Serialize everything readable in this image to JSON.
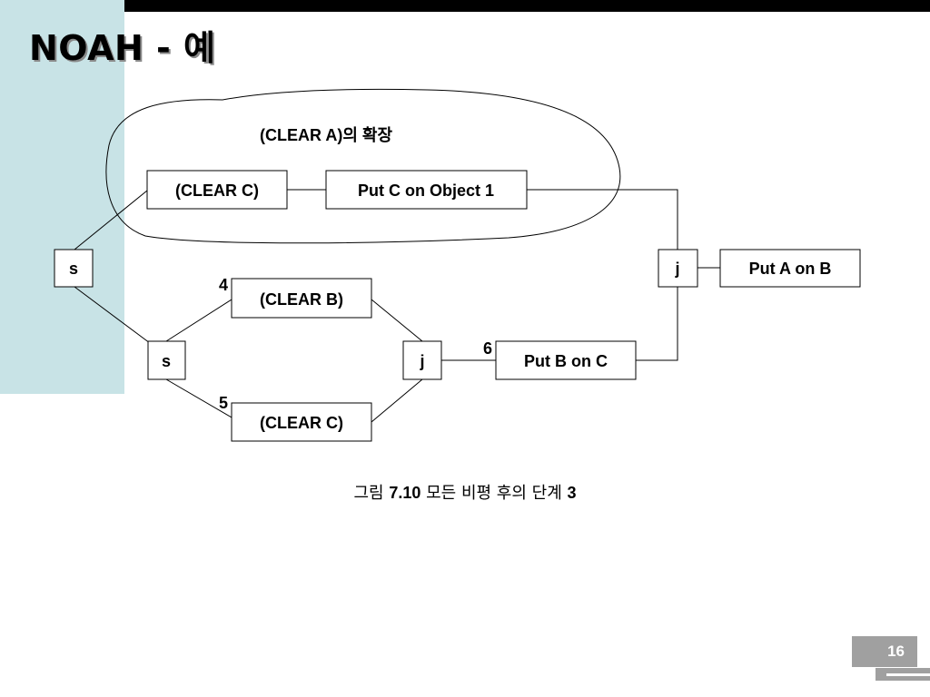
{
  "title": "NOAH - 예",
  "expansion_label": "(CLEAR A)의 확장",
  "nodes": {
    "clear_c_top": "(CLEAR C)",
    "put_c_on_object1": "Put C on Object 1",
    "split_main": "s",
    "join_main": "j",
    "put_a_on_b": "Put A on B",
    "clear_b": "(CLEAR B)",
    "split_inner": "s",
    "join_inner": "j",
    "put_b_on_c": "Put B on C",
    "clear_c_bottom": "(CLEAR C)"
  },
  "step_numbers": {
    "clear_b": "4",
    "clear_c_bottom": "5",
    "put_b_on_c": "6"
  },
  "caption": {
    "prefix": "그림",
    "figure_number": "7.10",
    "text": "모든 비평 후의 단계",
    "step": "3"
  },
  "page_number": "16",
  "colors": {
    "side_band": "#c8e3e6",
    "top_bar": "#000000",
    "page_box": "#a0a0a0"
  }
}
